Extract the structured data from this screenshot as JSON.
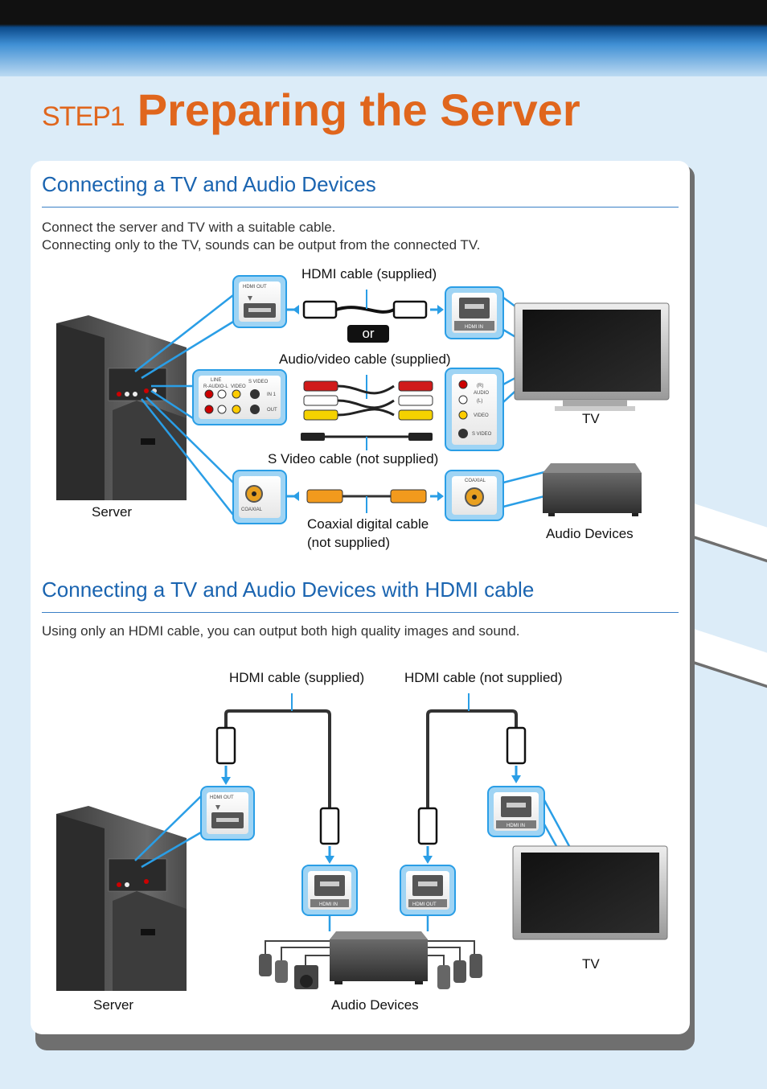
{
  "header": {
    "step_label": "STEP1",
    "title": "Preparing the Server"
  },
  "section1": {
    "title": "Connecting a TV and Audio Devices",
    "desc_line1": "Connect the server and TV with a suitable cable.",
    "desc_line2": "Connecting only to the TV, sounds can be output from the connected TV.",
    "labels": {
      "hdmi_cable": "HDMI cable (supplied)",
      "or": "or",
      "av_cable": "Audio/video cable (supplied)",
      "svideo_cable": "S Video cable (not supplied)",
      "coax_line1": "Coaxial digital cable",
      "coax_line2": "(not supplied)",
      "tv": "TV",
      "server": "Server",
      "audio_devices": "Audio Devices"
    },
    "ports": {
      "hdmi_out": "HDMI OUT",
      "hdmi_in": "HDMI IN",
      "coaxial": "COAXIAL",
      "line": "LINE",
      "r_audio_l": "R-AUDIO-L",
      "video": "VIDEO",
      "s_video": "S VIDEO",
      "in1": "IN 1",
      "out": "OUT",
      "r": "(R)",
      "audio": "AUDIO",
      "l": "(L)",
      "coaxial_tv": "COAXIAL"
    }
  },
  "section2": {
    "title": "Connecting a TV and Audio Devices with HDMI cable",
    "desc": "Using only an HDMI cable, you can output both high quality images and sound.",
    "labels": {
      "hdmi_supplied": "HDMI cable (supplied)",
      "hdmi_not_supplied": "HDMI cable (not supplied)",
      "tv": "TV",
      "server": "Server",
      "audio_devices": "Audio Devices"
    },
    "ports": {
      "hdmi_out": "HDMI OUT",
      "hdmi_in_audio": "HDMI IN",
      "hdmi_out_audio": "HDMI OUT",
      "hdmi_in_tv": "HDMI IN"
    }
  },
  "colors": {
    "accent_orange": "#e0661d",
    "title_blue": "#1a64b0",
    "callout_blue": "#2a9ee6",
    "panel_bg": "#dcecf8"
  }
}
